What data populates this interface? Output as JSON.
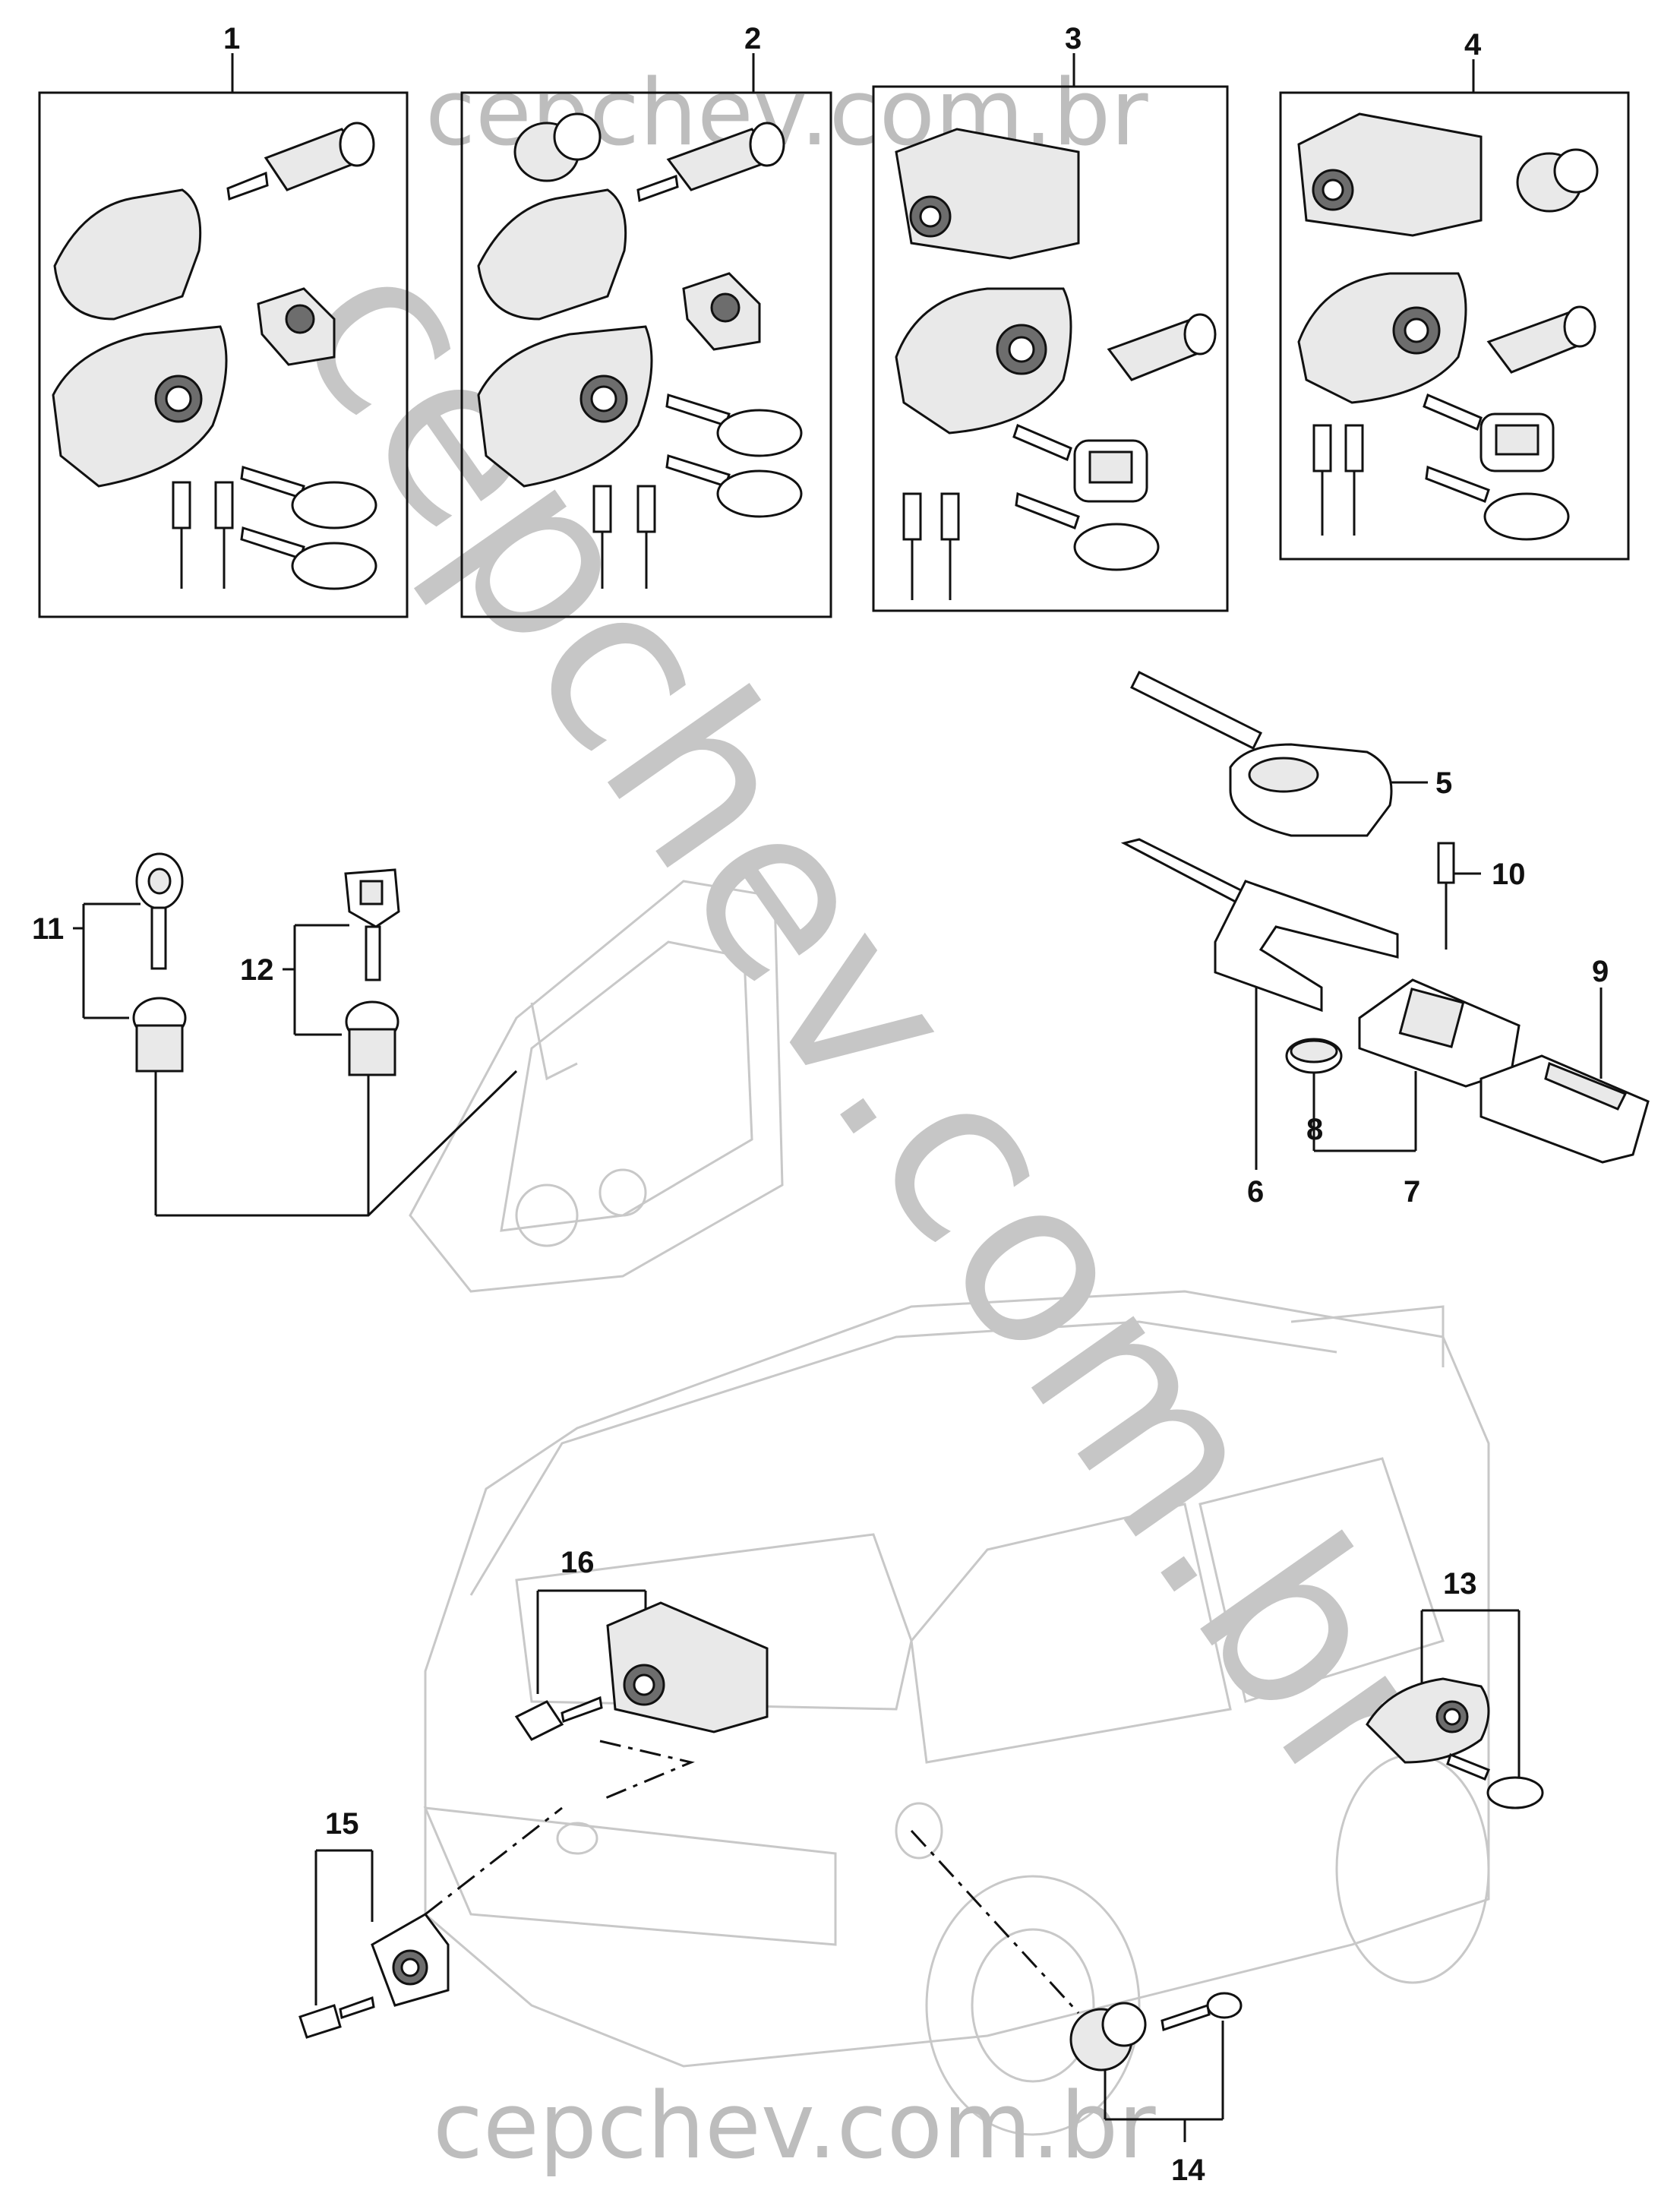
{
  "watermark": {
    "top": "cepchev.com.br",
    "bottom": "cepchev.com.br",
    "diagonal": "cepchev.com.br"
  },
  "callouts": {
    "c1": "1",
    "c2": "2",
    "c3": "3",
    "c4": "4",
    "c5": "5",
    "c6": "6",
    "c7": "7",
    "c8": "8",
    "c9": "9",
    "c10": "10",
    "c11": "11",
    "c12": "12",
    "c13": "13",
    "c14": "14",
    "c15": "15",
    "c16": "16"
  }
}
